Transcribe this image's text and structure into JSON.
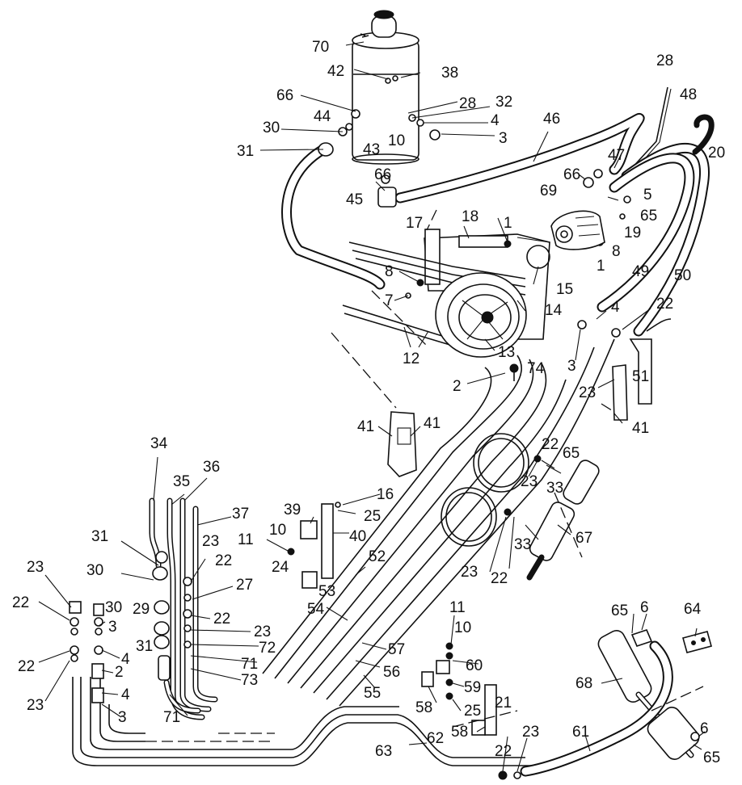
{
  "callouts": [
    {
      "label": "70"
    },
    {
      "label": "42"
    },
    {
      "label": "38"
    },
    {
      "label": "66"
    },
    {
      "label": "28"
    },
    {
      "label": "32"
    },
    {
      "label": "44"
    },
    {
      "label": "4"
    },
    {
      "label": "30"
    },
    {
      "label": "10"
    },
    {
      "label": "3"
    },
    {
      "label": "43"
    },
    {
      "label": "31"
    },
    {
      "label": "46"
    },
    {
      "label": "28"
    },
    {
      "label": "48"
    },
    {
      "label": "20"
    },
    {
      "label": "47"
    },
    {
      "label": "66"
    },
    {
      "label": "66"
    },
    {
      "label": "5"
    },
    {
      "label": "45"
    },
    {
      "label": "69"
    },
    {
      "label": "65"
    },
    {
      "label": "17"
    },
    {
      "label": "18"
    },
    {
      "label": "1"
    },
    {
      "label": "19"
    },
    {
      "label": "8"
    },
    {
      "label": "1"
    },
    {
      "label": "49"
    },
    {
      "label": "50"
    },
    {
      "label": "8"
    },
    {
      "label": "15"
    },
    {
      "label": "7"
    },
    {
      "label": "14"
    },
    {
      "label": "4"
    },
    {
      "label": "22"
    },
    {
      "label": "13"
    },
    {
      "label": "12"
    },
    {
      "label": "3"
    },
    {
      "label": "2"
    },
    {
      "label": "74"
    },
    {
      "label": "51"
    },
    {
      "label": "23"
    },
    {
      "label": "41"
    },
    {
      "label": "41"
    },
    {
      "label": "41"
    },
    {
      "label": "34"
    },
    {
      "label": "36"
    },
    {
      "label": "35"
    },
    {
      "label": "22"
    },
    {
      "label": "65"
    },
    {
      "label": "23"
    },
    {
      "label": "33"
    },
    {
      "label": "16"
    },
    {
      "label": "37"
    },
    {
      "label": "39"
    },
    {
      "label": "25"
    },
    {
      "label": "10"
    },
    {
      "label": "40"
    },
    {
      "label": "67"
    },
    {
      "label": "11"
    },
    {
      "label": "23"
    },
    {
      "label": "31"
    },
    {
      "label": "33"
    },
    {
      "label": "52"
    },
    {
      "label": "22"
    },
    {
      "label": "23"
    },
    {
      "label": "24"
    },
    {
      "label": "23"
    },
    {
      "label": "22"
    },
    {
      "label": "53"
    },
    {
      "label": "30"
    },
    {
      "label": "27"
    },
    {
      "label": "22"
    },
    {
      "label": "54"
    },
    {
      "label": "30"
    },
    {
      "label": "29"
    },
    {
      "label": "22"
    },
    {
      "label": "3"
    },
    {
      "label": "23"
    },
    {
      "label": "31"
    },
    {
      "label": "72"
    },
    {
      "label": "11"
    },
    {
      "label": "65"
    },
    {
      "label": "6"
    },
    {
      "label": "64"
    },
    {
      "label": "10"
    },
    {
      "label": "57"
    },
    {
      "label": "4"
    },
    {
      "label": "71"
    },
    {
      "label": "22"
    },
    {
      "label": "60"
    },
    {
      "label": "2"
    },
    {
      "label": "73"
    },
    {
      "label": "56"
    },
    {
      "label": "59"
    },
    {
      "label": "68"
    },
    {
      "label": "4"
    },
    {
      "label": "55"
    },
    {
      "label": "23"
    },
    {
      "label": "3"
    },
    {
      "label": "71"
    },
    {
      "label": "58"
    },
    {
      "label": "25"
    },
    {
      "label": "21"
    },
    {
      "label": "58"
    },
    {
      "label": "22"
    },
    {
      "label": "23"
    },
    {
      "label": "6"
    },
    {
      "label": "61"
    },
    {
      "label": "62"
    },
    {
      "label": "63"
    },
    {
      "label": "65"
    }
  ]
}
